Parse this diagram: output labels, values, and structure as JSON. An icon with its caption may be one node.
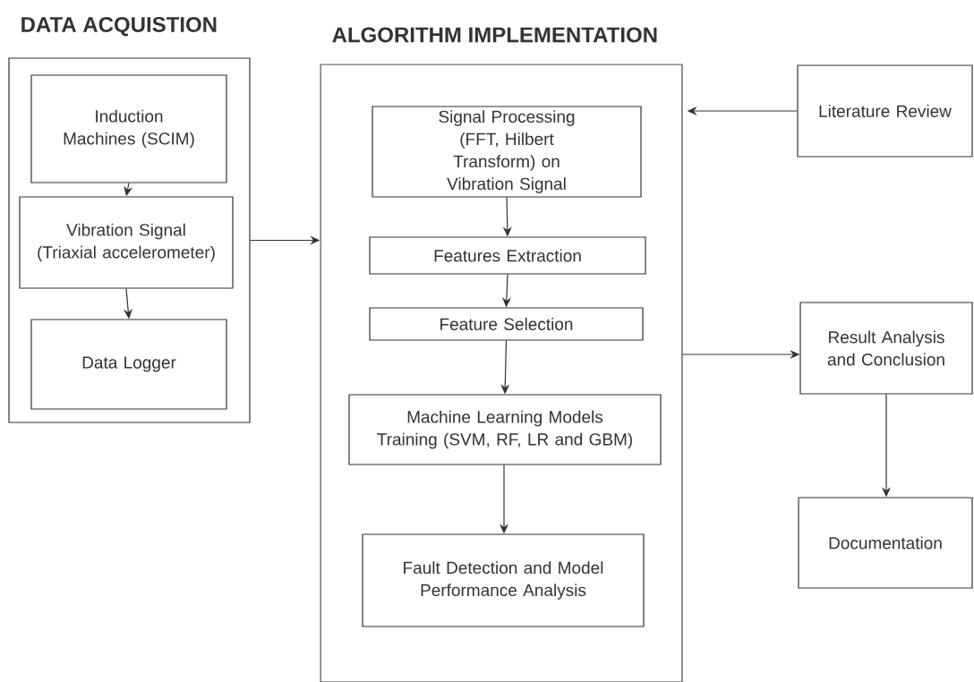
{
  "diagram": {
    "nodes": [
      {
        "text": [
          "DATA ACQUISTION"
        ]
      },
      {
        "text": [
          "Induction Machines (SCIM)"
        ],
        "in": 0
      },
      {
        "text": [
          "Vibration Signal (Triaxial accelerometer)"
        ],
        "in": 0
      },
      {
        "text": [
          "Data Logger"
        ],
        "in": 0
      },
      {
        "text": [
          "ALGORITHM IMPLEMENTATION"
        ]
      },
      {
        "text": [
          "Signal Processing (FFT, Hilbert Transform) on Vibration Signal"
        ],
        "in": 4
      },
      {
        "text": [
          "Features Extraction"
        ],
        "in": 4
      },
      {
        "text": [
          "Feature Selection"
        ],
        "in": 4
      },
      {
        "text": [
          "Machine Learning Models Training (SVM, RF, LR and GBM)"
        ],
        "in": 4
      },
      {
        "text": [
          "Fault Detection and Model Performance Analysis"
        ],
        "in": 4
      },
      {
        "text": [
          "Literature Review"
        ]
      },
      {
        "text": [
          "Result Analysis and Conclusion"
        ]
      },
      {
        "text": [
          "Documentation"
        ]
      }
    ],
    "edges": [
      {
        "from": 1,
        "to": 2,
        "arrow": "to"
      },
      {
        "from": 2,
        "to": 3,
        "arrow": "to"
      },
      {
        "from": 0,
        "to": 4,
        "arrow": "to"
      },
      {
        "from": 10,
        "to": 4,
        "arrow": "to"
      },
      {
        "from": 5,
        "to": 6,
        "arrow": "to"
      },
      {
        "from": 6,
        "to": 7,
        "arrow": "to"
      },
      {
        "from": 7,
        "to": 8,
        "arrow": "to"
      },
      {
        "from": 8,
        "to": 9,
        "arrow": "to"
      },
      {
        "from": 4,
        "to": 11,
        "arrow": "to"
      },
      {
        "from": 11,
        "to": 12,
        "arrow": "to"
      }
    ]
  }
}
